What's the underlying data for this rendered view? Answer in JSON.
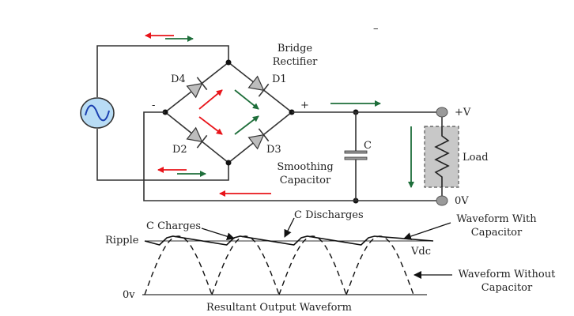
{
  "circuit": {
    "title_line1": "Bridge",
    "title_line2": "Rectifier",
    "diodes": [
      "D1",
      "D2",
      "D3",
      "D4"
    ],
    "minus_sign": "-",
    "plus_sign": "+",
    "capacitor_label": "C",
    "smoothing_line1": "Smoothing",
    "smoothing_line2": "Capacitor",
    "terminal_pos": "+V",
    "terminal_neg": "0V",
    "load_label": "Load",
    "stray_mark": "–"
  },
  "waveform": {
    "title": "Resultant Output Waveform",
    "ripple": "Ripple",
    "zero": "0v",
    "vdc": "Vdc",
    "c_charges": "C Charges",
    "c_discharges": "C Discharges",
    "with_cap_line1": "Waveform With",
    "with_cap_line2": "Capacitor",
    "without_cap_line1": "Waveform Without",
    "without_cap_line2": "Capacitor"
  },
  "colors": {
    "red": "#e8141a",
    "green": "#1e6e3a",
    "source_fill": "#b8dcf5",
    "diode_fill": "#bdbdbd",
    "load_fill": "#c8c8c8",
    "terminal_fill": "#9a9a9a"
  }
}
